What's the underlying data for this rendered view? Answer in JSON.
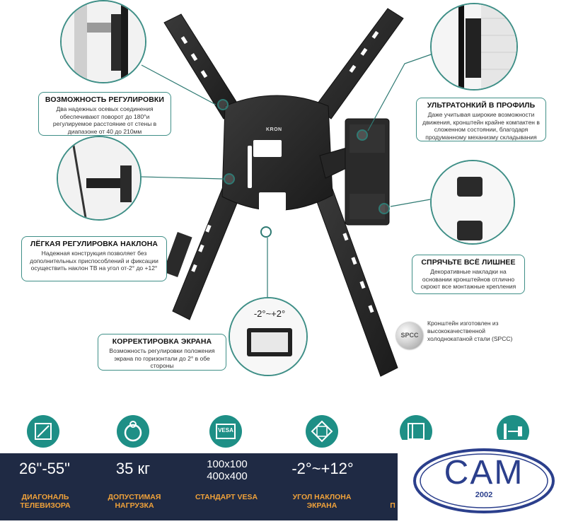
{
  "callouts": {
    "rotation": {
      "title": "ВОЗМОЖНОСТЬ РЕГУЛИРОВКИ",
      "text": "Два надежных осевых соединения обеспечивают поворот до 180°и регулируемое расстояние от стены в диапазоне от 40 до 210мм"
    },
    "tilt": {
      "title": "ЛЁГКАЯ РЕГУЛИРОВКА НАКЛОНА",
      "text": "Надежная конструкция позволяет без дополнительных приспособлений и фиксации осуществить наклон ТВ на угол от-2° до +12°"
    },
    "leveling": {
      "title": "КОРРЕКТИРОВКА ЭКРАНА",
      "text": "Возможность регулировки положения экрана по горизонтали до 2° в обе стороны"
    },
    "ultrathin": {
      "title": "УЛЬТРАТОНКИЙ В ПРОФИЛЬ",
      "text": "Даже учитывая широкие возможности движения, кронштейн крайне компактен в сложенном состоянии, благодаря продуманному механизму складывания"
    },
    "hide": {
      "title": "СПРЯЧЬТЕ ВСЁ ЛИШНЕЕ",
      "text": "Декоративные накладки на основании кронштейнов отлично скроют все монтажные крепления"
    }
  },
  "spcc": {
    "badge": "SPCC",
    "text": "Кронштейн изготовлен из высококачественной холоднокатаной стали (SPCC)"
  },
  "leveling_angle": "-2°~+2°",
  "brand_on_mount": "KRON",
  "specs": [
    {
      "value": "26\"-55\"",
      "label": "ДИАГОНАЛЬ ТЕЛЕВИЗОРА",
      "icon": "diagonal-icon"
    },
    {
      "value": "35 кг",
      "label": "ДОПУСТИМАЯ НАГРУЗКА",
      "icon": "weight-icon"
    },
    {
      "value": "100x100 400x400",
      "label": "СТАНДАРТ VESA",
      "icon": "vesa-icon",
      "icon_text": "VESA"
    },
    {
      "value": "-2°~+12°",
      "label": "УГОЛ НАКЛОНА ЭКРАНА",
      "icon": "tilt-icon"
    },
    {
      "label": "П",
      "icon": "swivel-icon"
    }
  ],
  "logo": {
    "text": "CAM",
    "year": "2002"
  },
  "colors": {
    "accent": "#3f8f87",
    "band": "#1f2a44",
    "label_orange": "#f0a23a",
    "logo_blue": "#2b3f8c"
  }
}
